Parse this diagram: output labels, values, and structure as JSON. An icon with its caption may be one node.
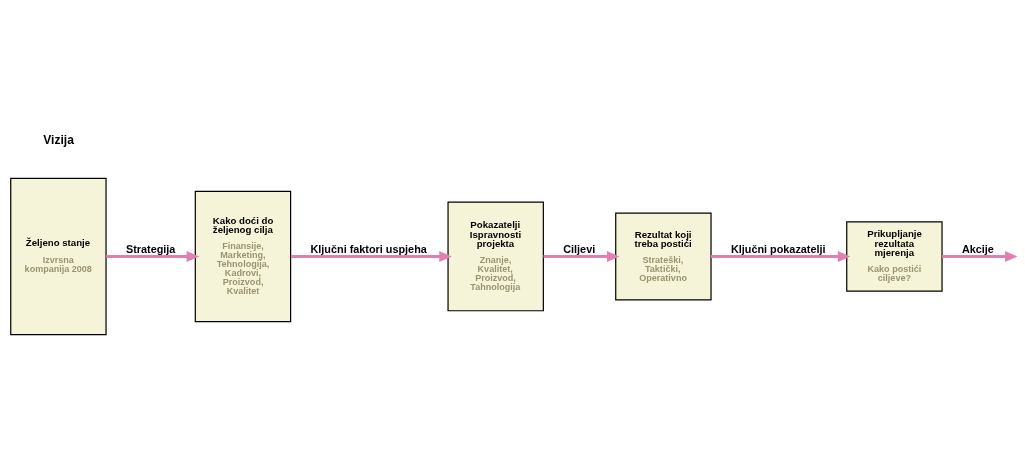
{
  "diagram": {
    "nodes": [
      {
        "text": [
          "Željeno stanje",
          "Izvrsna kompanija 2008"
        ],
        "beside": [
          "Vizija"
        ]
      },
      {
        "text": [
          "Kako doći do željenog cilja",
          "Finansije, Marketing, Tehnologija, Kadrovi, Proizvod, Kvalitet"
        ]
      },
      {
        "text": [
          "Pokazatelji Ispravnosti projekta",
          "Znanje, Kvalitet, Proizvod, Tahnologija"
        ]
      },
      {
        "text": [
          "Rezultat koji treba postići",
          "Strateški, Taktički, Operativno"
        ]
      },
      {
        "text": [
          "Prikupljanje rezultata mjerenja",
          "Kako postići ciljeve?"
        ]
      }
    ],
    "edges": [
      {
        "from": 0,
        "to": 1,
        "arrow": "to",
        "label": "Strategija"
      },
      {
        "from": 1,
        "to": 2,
        "arrow": "to",
        "label": "Ključni faktori uspjeha"
      },
      {
        "from": 2,
        "to": 3,
        "arrow": "to",
        "label": "Ciljevi"
      },
      {
        "from": 3,
        "to": 4,
        "arrow": "to",
        "label": "Ključni pokazatelji"
      },
      {
        "from": 4,
        "to": null,
        "arrow": "to",
        "label": "Akcije"
      }
    ]
  }
}
